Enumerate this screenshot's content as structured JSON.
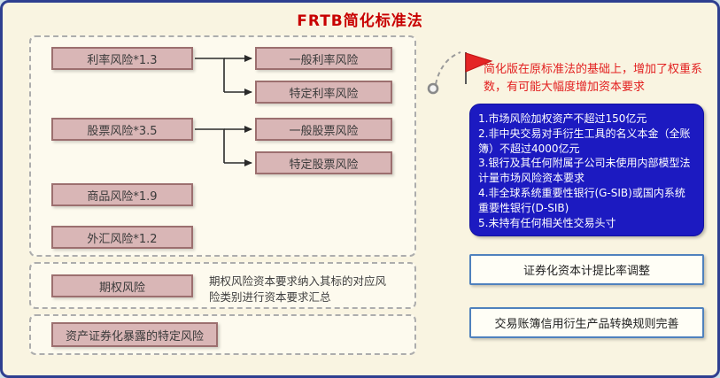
{
  "title": "FRTB简化标准法",
  "risk_tree": {
    "interest": "利率风险*1.3",
    "interest_general": "一般利率风险",
    "interest_specific": "特定利率风险",
    "equity": "股票风险*3.5",
    "equity_general": "一般股票风险",
    "equity_specific": "特定股票风险",
    "commodity": "商品风险*1.9",
    "fx": "外汇风险*1.2",
    "option": "期权风险",
    "option_note": "期权风险资本要求纳入其标的对应风险类别进行资本要求汇总",
    "securitization": "资产证券化暴露的特定风险"
  },
  "callout": {
    "note": "简化版在原标准法的基础上，增加了权重系数，有可能大幅度增加资本要求"
  },
  "conditions": {
    "items": [
      "1.市场风险加权资产不超过150亿元",
      "2.非中央交易对手衍生工具的名义本金（全账簿）不超过4000亿元",
      "3.银行及其任何附属子公司未使用内部模型法计量市场风险资本要求",
      "4.非全球系统重要性银行(G-SIB)或国内系统重要性银行(D-SIB)",
      "5.未持有任何相关性交易头寸"
    ]
  },
  "bottom_boxes": {
    "box1": "证券化资本计提比率调整",
    "box2": "交易账簿信用衍生产品转换规则完善"
  },
  "colors": {
    "title_red": "#c80000",
    "risk_box_fill": "#d9b6b6",
    "risk_box_border": "#9c6f6f",
    "blue_panel": "#1c1ac1",
    "outline_blue": "#4f81bd",
    "flag_red": "#e42525",
    "frame_border": "#2e3f90"
  }
}
